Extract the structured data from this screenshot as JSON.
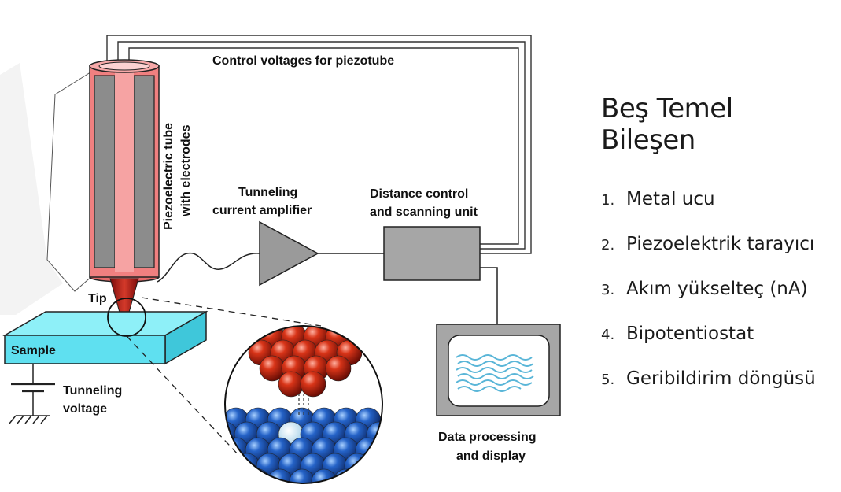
{
  "diagram": {
    "top_label": "Control voltages for piezotube",
    "piezo_label_line1": "Piezoelectric tube",
    "piezo_label_line2": "with electrodes",
    "amplifier_label_line1": "Tunneling",
    "amplifier_label_line2": "current amplifier",
    "distance_label_line1": "Distance control",
    "distance_label_line2": "and scanning unit",
    "tip_label": "Tip",
    "sample_label": "Sample",
    "voltage_label_line1": "Tunneling",
    "voltage_label_line2": "voltage",
    "display_label_line1": "Data processing",
    "display_label_line2": "and display"
  },
  "panel": {
    "title": "Beş Temel Bileşen",
    "items": [
      {
        "num": "1.",
        "label": "Metal ucu"
      },
      {
        "num": "2.",
        "label": "Piezoelektrik tarayıcı"
      },
      {
        "num": "3.",
        "label": "Akım yükselteç (nA)"
      },
      {
        "num": "4.",
        "label": "Bipotentiostat"
      },
      {
        "num": "5.",
        "label": "Geribildirim döngüsü"
      }
    ]
  },
  "colors": {
    "tube": "#f08080",
    "tube_electrode": "#8c8c8c",
    "tip": "#b01c1c",
    "sample": "#5fe0f0",
    "amplifier": "#9a9a9a",
    "box": "#a6a6a6",
    "atom_red": "#c41e0e",
    "atom_blue": "#1d55b8",
    "atom_highlight": "#bfe0f4",
    "screen_wave": "#5ab6d8"
  }
}
